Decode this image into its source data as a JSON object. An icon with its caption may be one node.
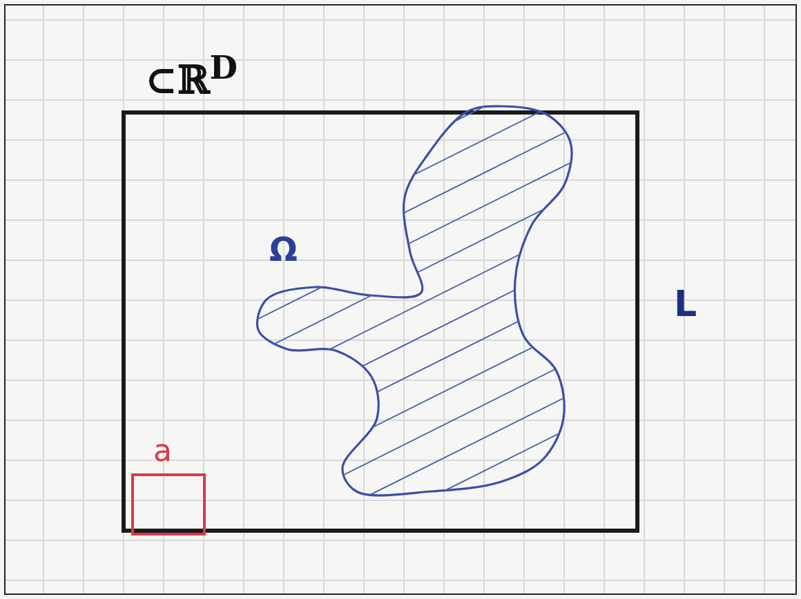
{
  "diagram": {
    "nodes": [
      {
        "text": [
          "⊂ℝ$^{D}$"
        ],
        "beside": [
          "L"
        ]
      },
      {
        "text": [
          "Ω"
        ],
        "in": 0
      },
      {
        "text": [
          "a"
        ],
        "in": 0
      }
    ],
    "edges": []
  }
}
